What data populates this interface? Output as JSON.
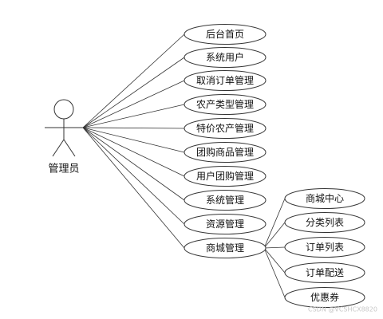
{
  "actor": {
    "label": "管理员"
  },
  "use_cases": [
    {
      "label": "后台首页"
    },
    {
      "label": "系统用户"
    },
    {
      "label": "取消订单管理"
    },
    {
      "label": "农产类型管理"
    },
    {
      "label": "特价农产管理"
    },
    {
      "label": "团购商品管理"
    },
    {
      "label": "用户团购管理"
    },
    {
      "label": "系统管理"
    },
    {
      "label": "资源管理"
    },
    {
      "label": "商城管理"
    }
  ],
  "sub_use_cases": [
    {
      "label": "商城中心"
    },
    {
      "label": "分类列表"
    },
    {
      "label": "订单列表"
    },
    {
      "label": "订单配送"
    },
    {
      "label": "优惠券"
    }
  ],
  "watermark": "CSDN @VCSHCX8820",
  "colors": {
    "stroke": "#333333",
    "fill": "#ffffff",
    "text": "#111111"
  }
}
